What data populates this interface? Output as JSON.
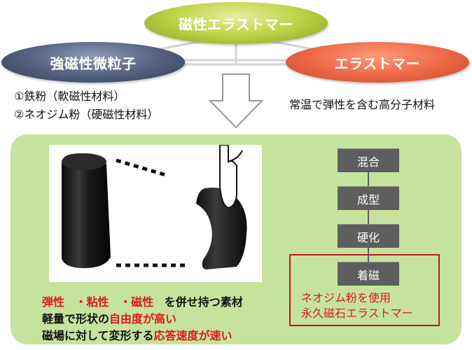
{
  "nodes": {
    "top": "磁性エラストマー",
    "left": "強磁性微粒子",
    "right": "エラストマー"
  },
  "left_list": [
    "①鉄粉（軟磁性材料）",
    "②ネオジム粉（硬磁性材料）"
  ],
  "right_desc": "常温で弾性を含む高分子材料",
  "panel": {
    "line1": {
      "properties": [
        "弾性",
        "・粘性",
        "・磁性"
      ],
      "suffix": "を併せ持つ素材"
    },
    "line2": {
      "prefix": "軽量で形状の",
      "highlight": "自由度が高い"
    },
    "line3": {
      "prefix": "磁場に対して変形する",
      "highlight": "応答速度が速い"
    }
  },
  "process_steps": [
    "混合",
    "成型",
    "硬化",
    "着磁"
  ],
  "magnetization_note": [
    "ネオジム粉を使用",
    "永久磁石エラストマー"
  ],
  "colors": {
    "top_node": "#c2d64c",
    "left_node": "#56627f",
    "right_node": "#ee6a48",
    "panel": "#c6e39e",
    "step_box": "#5e5e5e",
    "highlight": "#e0181b"
  }
}
